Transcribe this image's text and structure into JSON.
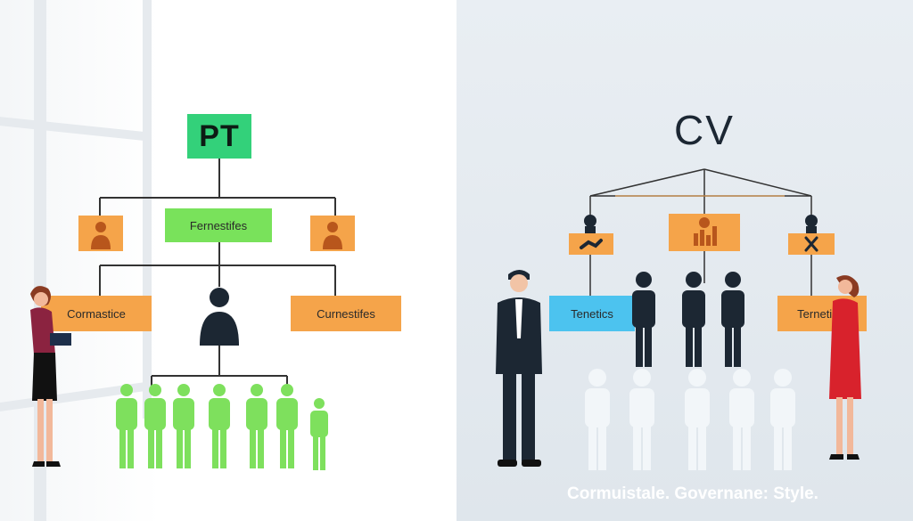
{
  "left_panel": {
    "title": "PT",
    "center_box": "Fernestifes",
    "left_box": "Cormastice",
    "right_box": "Curnestifes"
  },
  "right_panel": {
    "title": "CV",
    "left_box": "Tenetics",
    "right_box": "Ternetiles"
  },
  "footer": {
    "caption": "Cormuistale. Governane: Style."
  },
  "colors": {
    "green": "#79e25b",
    "orange": "#f5a44a",
    "blue": "#4cc3ef",
    "dark": "#1c2733"
  },
  "icons": {
    "person": "person-icon",
    "chart": "chart-icon",
    "cross": "cross-icon",
    "link": "link-icon"
  }
}
